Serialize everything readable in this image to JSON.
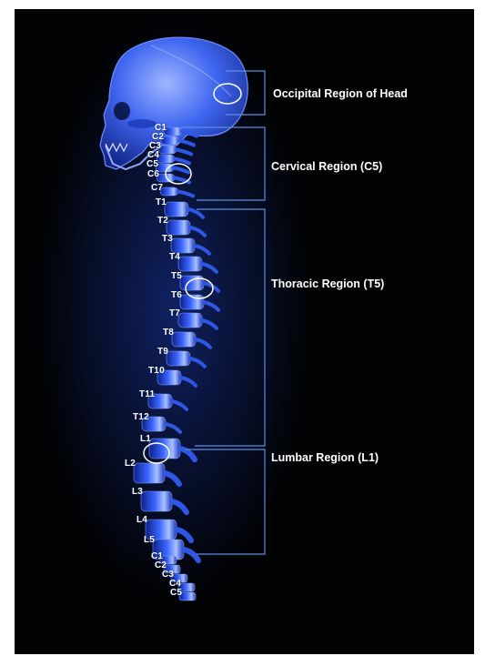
{
  "regions": [
    {
      "key": "head",
      "label": "Occipital Region of Head"
    },
    {
      "key": "cervical",
      "label": "Cervical Region (C5)"
    },
    {
      "key": "thoracic",
      "label": "Thoracic Region (T5)"
    },
    {
      "key": "lumbar",
      "label": "Lumbar Region (L1)"
    }
  ],
  "vertebrae": {
    "cervical": [
      "C1",
      "C2",
      "C3",
      "C4",
      "C5",
      "C6",
      "C7"
    ],
    "thoracic": [
      "T1",
      "T2",
      "T3",
      "T4",
      "T5",
      "T6",
      "T7",
      "T8",
      "T9",
      "T10",
      "T11",
      "T12"
    ],
    "lumbar": [
      "L1",
      "L2",
      "L3",
      "L4",
      "L5"
    ],
    "sacral": [
      "C1",
      "C2",
      "C3",
      "C4",
      "C5"
    ]
  },
  "colors": {
    "background": "#010204",
    "bone": "#2e5cff",
    "bone_highlight": "#9fb8ff",
    "bracket": "#5b8fe0",
    "marker": "#ffffff",
    "label": "#ffffff"
  }
}
